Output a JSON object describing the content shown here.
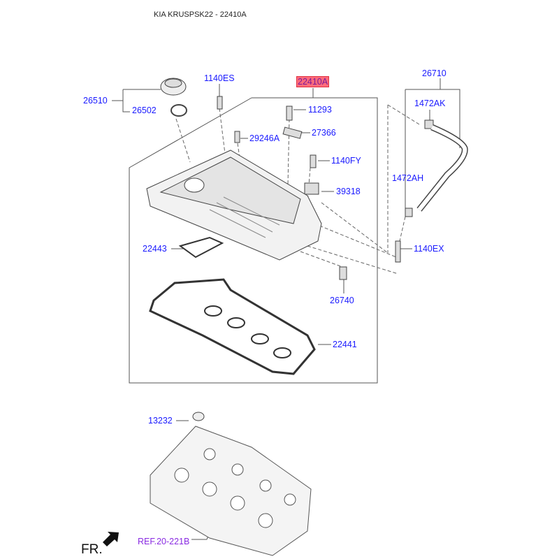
{
  "title": "KIA KRUSPSK22 - 22410A",
  "highlight_color": "#ff6b7a",
  "label_color": "#1a1aff",
  "labels": {
    "p26510": "26510",
    "p26502": "26502",
    "p1140ES": "1140ES",
    "p22410A": "22410A",
    "p11293": "11293",
    "p27366": "27366",
    "p29246A": "29246A",
    "p1140FY": "1140FY",
    "p39318": "39318",
    "p22443": "22443",
    "p1140EX": "1140EX",
    "p26740": "26740",
    "p22441": "22441",
    "p26710": "26710",
    "p1472AK": "1472AK",
    "p1472AH": "1472AH",
    "p13232": "13232"
  },
  "front_label": "FR.",
  "reference": "REF.20-221B"
}
